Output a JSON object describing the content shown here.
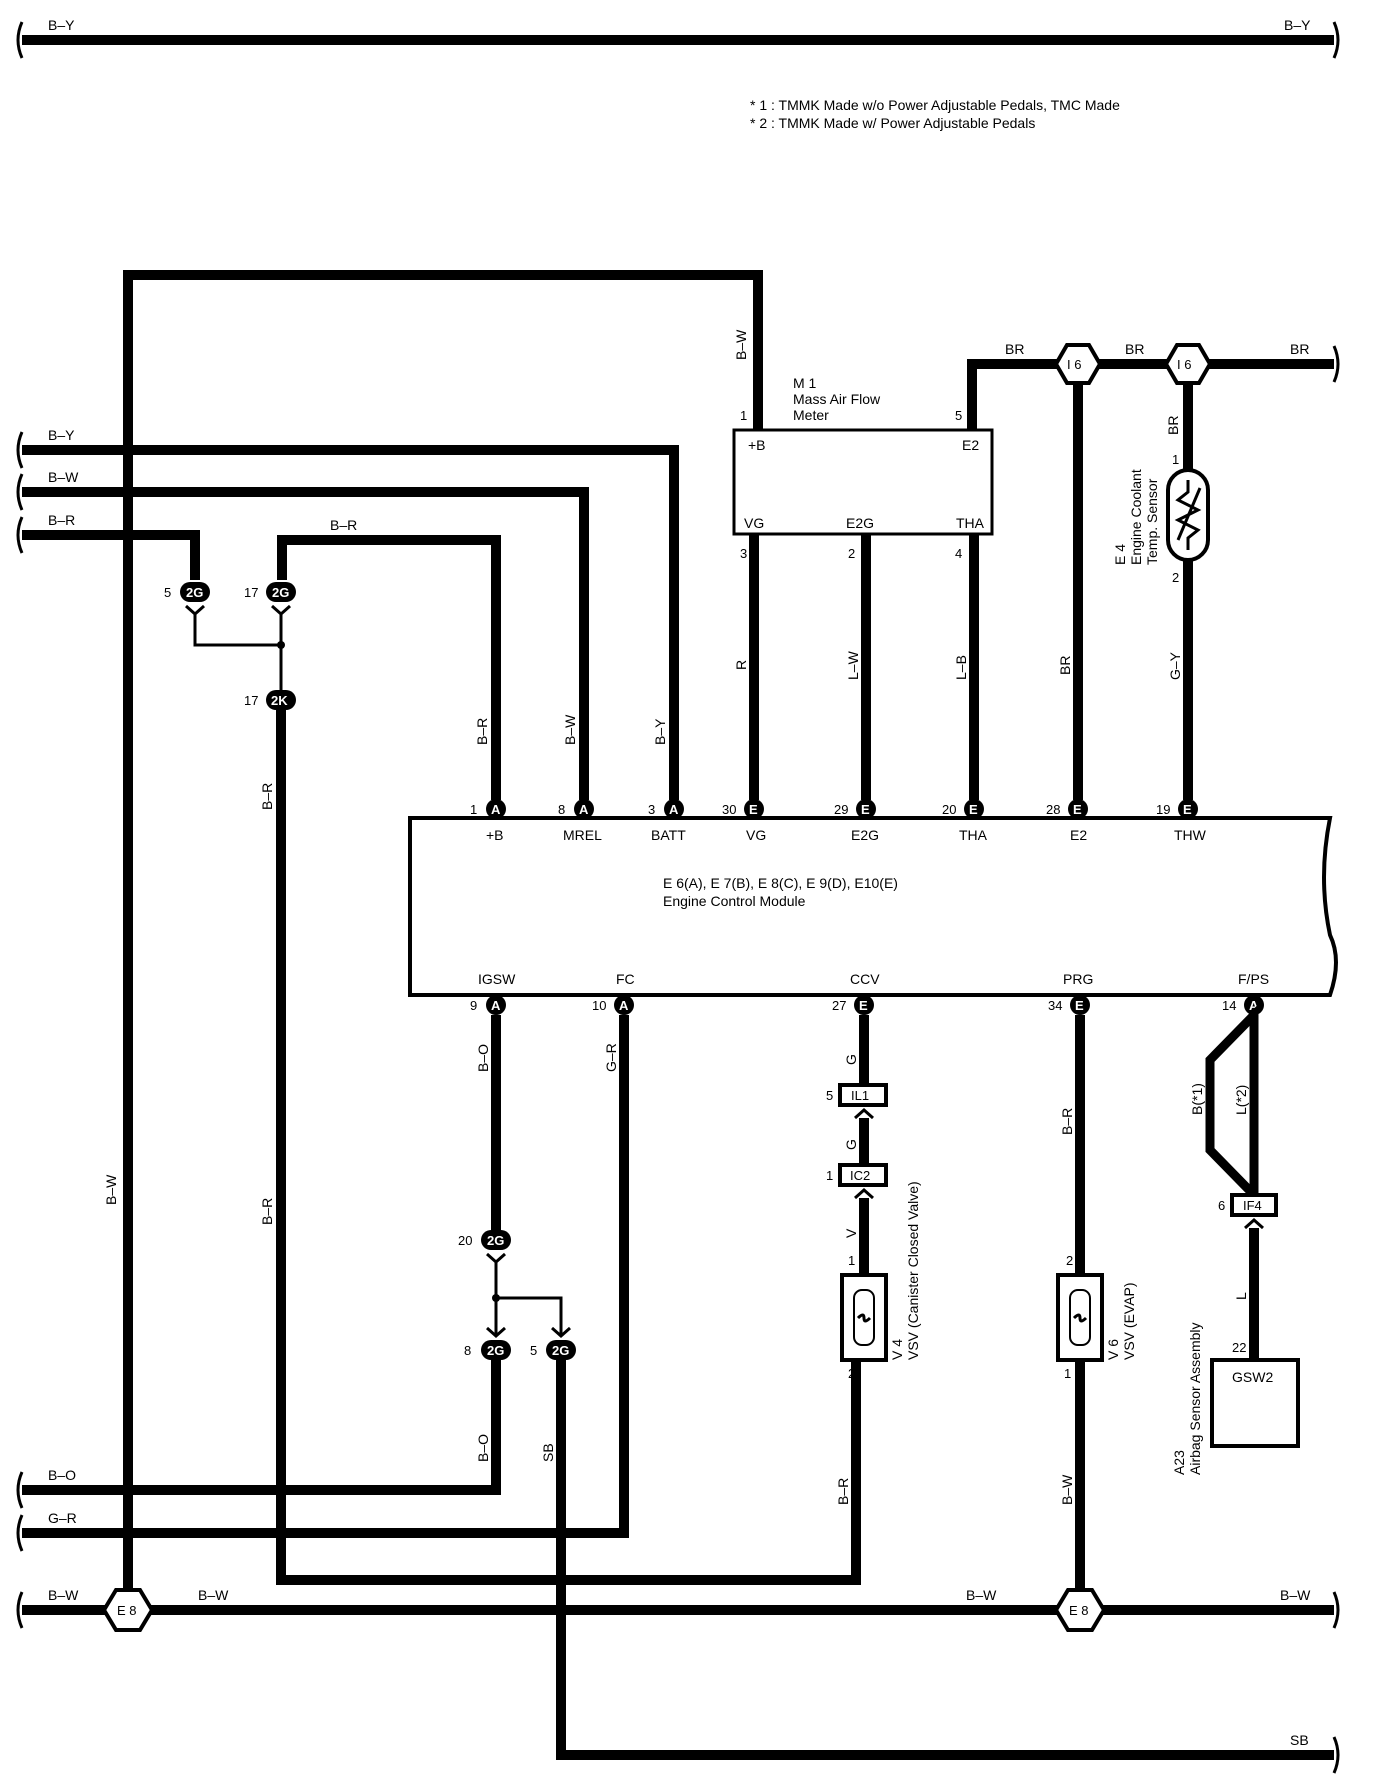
{
  "notes": {
    "n1": "* 1 : TMMK Made w/o Power Adjustable Pedals, TMC Made",
    "n2": "* 2 : TMMK Made w/ Power Adjustable Pedals"
  },
  "wires": {
    "by": "B–Y",
    "bw": "B–W",
    "br_wire": "B–R",
    "br": "BR",
    "r": "R",
    "lw": "L–W",
    "lb": "L–B",
    "gy": "G–Y",
    "bo": "B–O",
    "gr": "G–R",
    "g": "G",
    "v": "V",
    "sb": "SB",
    "l": "L",
    "b1": "B(*1)",
    "l2": "L(*2)"
  },
  "connectors": {
    "2G": "2G",
    "2K": "2K",
    "I6": "I 6",
    "E8": "E 8",
    "A": "A",
    "E": "E",
    "IL1": "IL1",
    "IC2": "IC2",
    "IF4": "IF4"
  },
  "pins": {
    "p1": "1",
    "p2": "2",
    "p3": "3",
    "p4": "4",
    "p5": "5",
    "p6": "6",
    "p8": "8",
    "p9": "9",
    "p10": "10",
    "p14": "14",
    "p17": "17",
    "p19": "19",
    "p20": "20",
    "p22": "22",
    "p27": "27",
    "p28": "28",
    "p29": "29",
    "p30": "30",
    "p34": "34"
  },
  "maf": {
    "id": "M 1",
    "name1": "Mass Air Flow",
    "name2": "Meter",
    "plusb": "+B",
    "e2": "E2",
    "vg": "VG",
    "e2g": "E2G",
    "tha": "THA"
  },
  "ecm": {
    "title1": "E 6(A), E 7(B), E 8(C), E 9(D), E10(E)",
    "title2": "Engine Control Module",
    "top": [
      "+B",
      "MREL",
      "BATT",
      "VG",
      "E2G",
      "THA",
      "E2",
      "THW"
    ],
    "bottom": [
      "IGSW",
      "FC",
      "CCV",
      "PRG",
      "F/PS"
    ]
  },
  "coolant": {
    "id": "E 4",
    "name1": "Engine Coolant",
    "name2": "Temp. Sensor"
  },
  "vsv_ccv": {
    "id": "V 4",
    "name": "VSV (Canister Closed Valve)"
  },
  "vsv_evap": {
    "id": "V 6",
    "name": "VSV (EVAP)"
  },
  "airbag": {
    "id": "A23",
    "name": "Airbag Sensor Assembly",
    "pin": "GSW2"
  }
}
